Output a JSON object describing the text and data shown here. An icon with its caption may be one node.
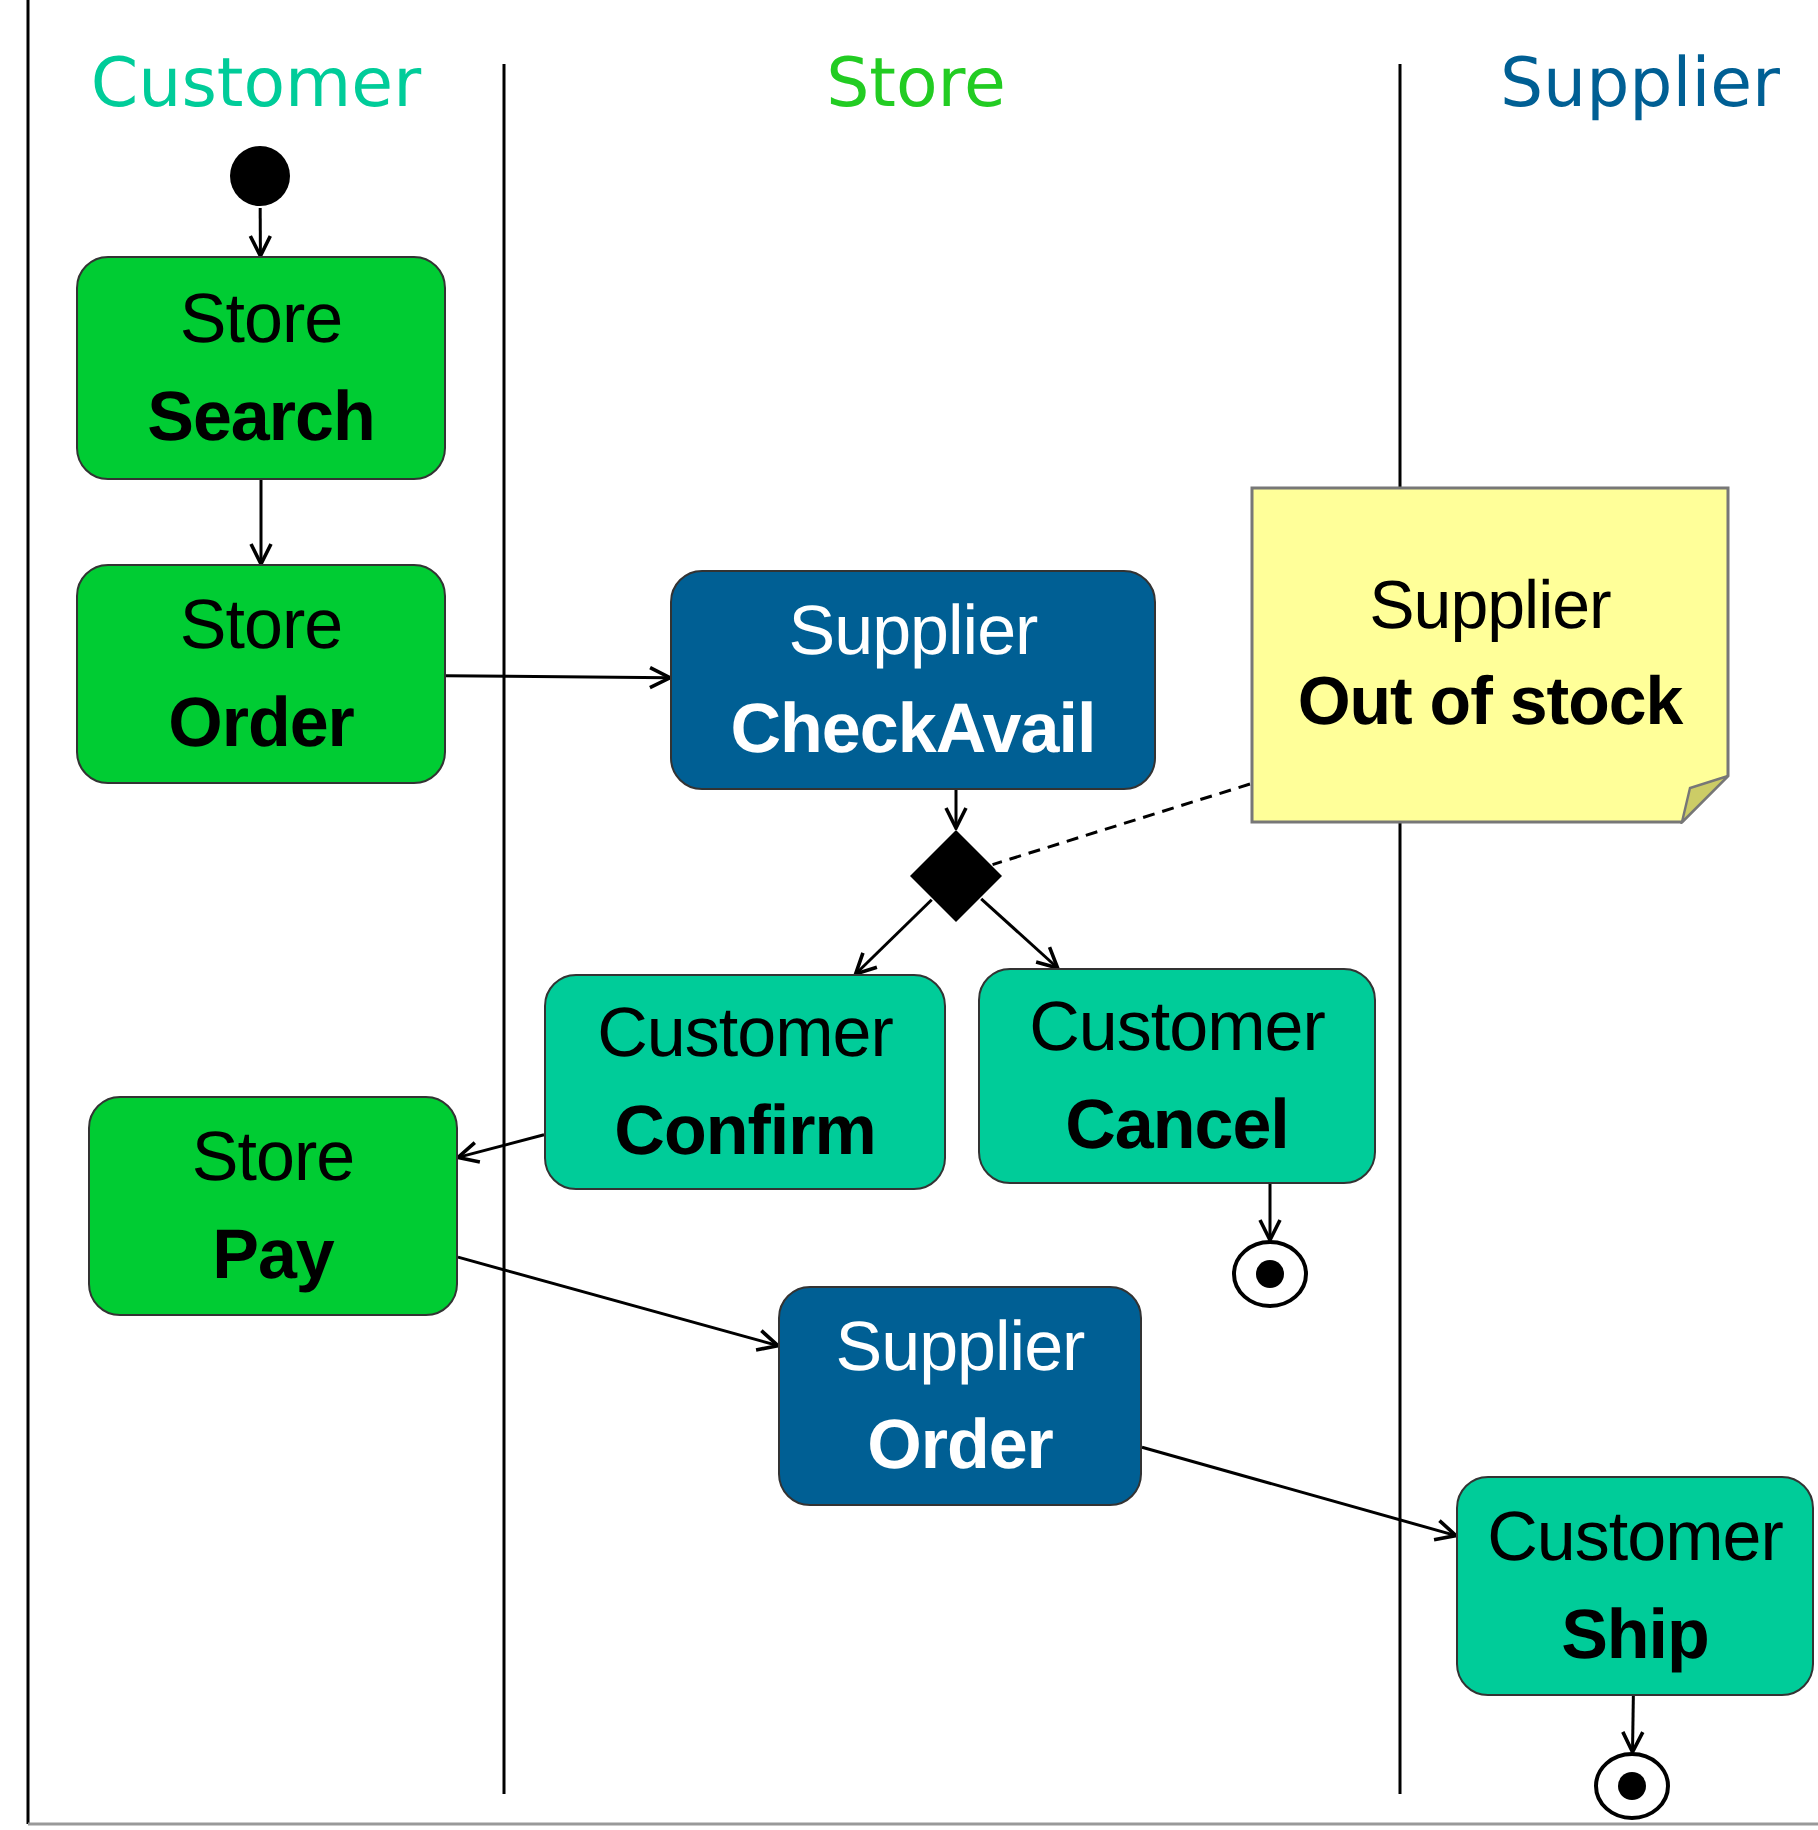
{
  "diagram": {
    "nodes": [
      {
        "text": [],
        "shape": "circle"
      },
      {
        "text": [
          "Store",
          "Search"
        ]
      },
      {
        "text": [
          "Store",
          "Order"
        ]
      },
      {
        "text": [
          "Supplier",
          "CheckAvail"
        ]
      },
      {
        "text": [
          "Supplier",
          "Out of stock"
        ]
      },
      {
        "text": [],
        "shape": "diamond"
      },
      {
        "text": [
          "Customer",
          "Confirm"
        ]
      },
      {
        "text": [
          "Customer",
          "Cancel"
        ]
      },
      {
        "text": [],
        "shape": "circle"
      },
      {
        "text": [
          "Store",
          "Pay"
        ]
      },
      {
        "text": [
          "Supplier",
          "Order"
        ]
      },
      {
        "text": [
          "Customer",
          "Ship"
        ]
      },
      {
        "text": [],
        "shape": "circle"
      }
    ],
    "edges": [
      {
        "from": 0,
        "to": 1,
        "arrow": "to"
      },
      {
        "from": 1,
        "to": 2,
        "arrow": "to"
      },
      {
        "from": 2,
        "to": 3,
        "arrow": "to"
      },
      {
        "from": 3,
        "to": 5,
        "arrow": "to"
      },
      {
        "from": 4,
        "to": 5,
        "arrow": "none",
        "style": "dashed"
      },
      {
        "from": 5,
        "to": 6,
        "arrow": "to"
      },
      {
        "from": 5,
        "to": 7,
        "arrow": "to"
      },
      {
        "from": 7,
        "to": 8,
        "arrow": "to"
      },
      {
        "from": 6,
        "to": 9,
        "arrow": "to"
      },
      {
        "from": 9,
        "to": 10,
        "arrow": "to"
      },
      {
        "from": 10,
        "to": 11,
        "arrow": "to"
      },
      {
        "from": 11,
        "to": 12,
        "arrow": "to"
      }
    ],
    "labels": [
      "Customer",
      "Store",
      "Supplier"
    ]
  }
}
